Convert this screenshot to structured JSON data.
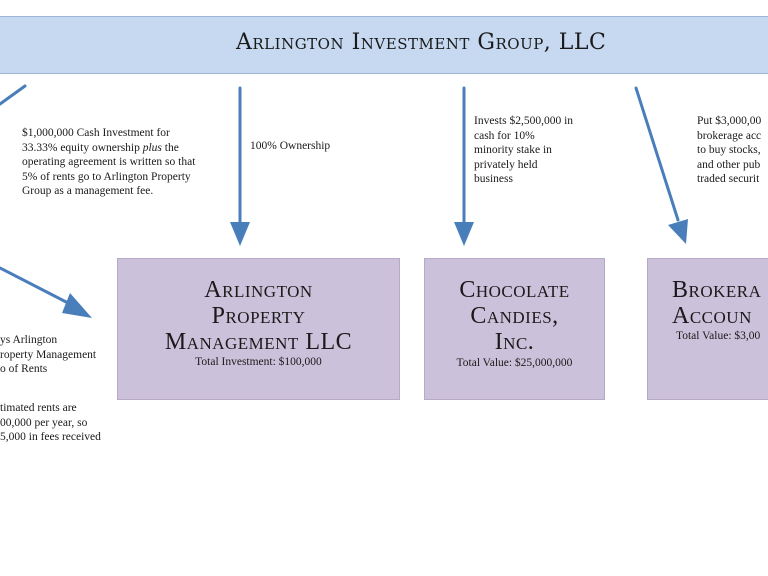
{
  "diagram": {
    "top_entity": "Arlington Investment Group, LLC",
    "entities": [
      {
        "name": "Arlington Property Management LLC",
        "name_lines": "Arlington\nProperty\nManagement LLC",
        "value": "Total Investment: $100,000"
      },
      {
        "name": "Chocolate Candies, Inc.",
        "name_lines": "Chocolate\nCandies,\nInc.",
        "value": "Total Value: $25,000,000"
      },
      {
        "name": "Brokerage Account",
        "name_lines": "Brokera\nAccoun",
        "value": "Total Value: $3,00"
      }
    ],
    "annotations": {
      "cash_investment_prefix": "$1,000,000 Cash Investment for 33.33% equity ownership ",
      "cash_investment_emphasis": "plus",
      "cash_investment_suffix": " the operating agreement is written so that 5% of rents go to Arlington Property Group as a management fee.",
      "ownership": "100% Ownership",
      "chocolate_investment": "Invests $2,500,000 in\ncash for 10%\nminority stake in\nprivately held\nbusiness",
      "brokerage_investment": "Put $3,000,00\nbrokerage acc\nto buy stocks,\nand other pub\ntraded securit",
      "pays_rents": "ys Arlington\nroperty Management\no of Rents",
      "estimated_rents": "timated rents are\n00,000 per year, so\n5,000 in fees received"
    }
  }
}
